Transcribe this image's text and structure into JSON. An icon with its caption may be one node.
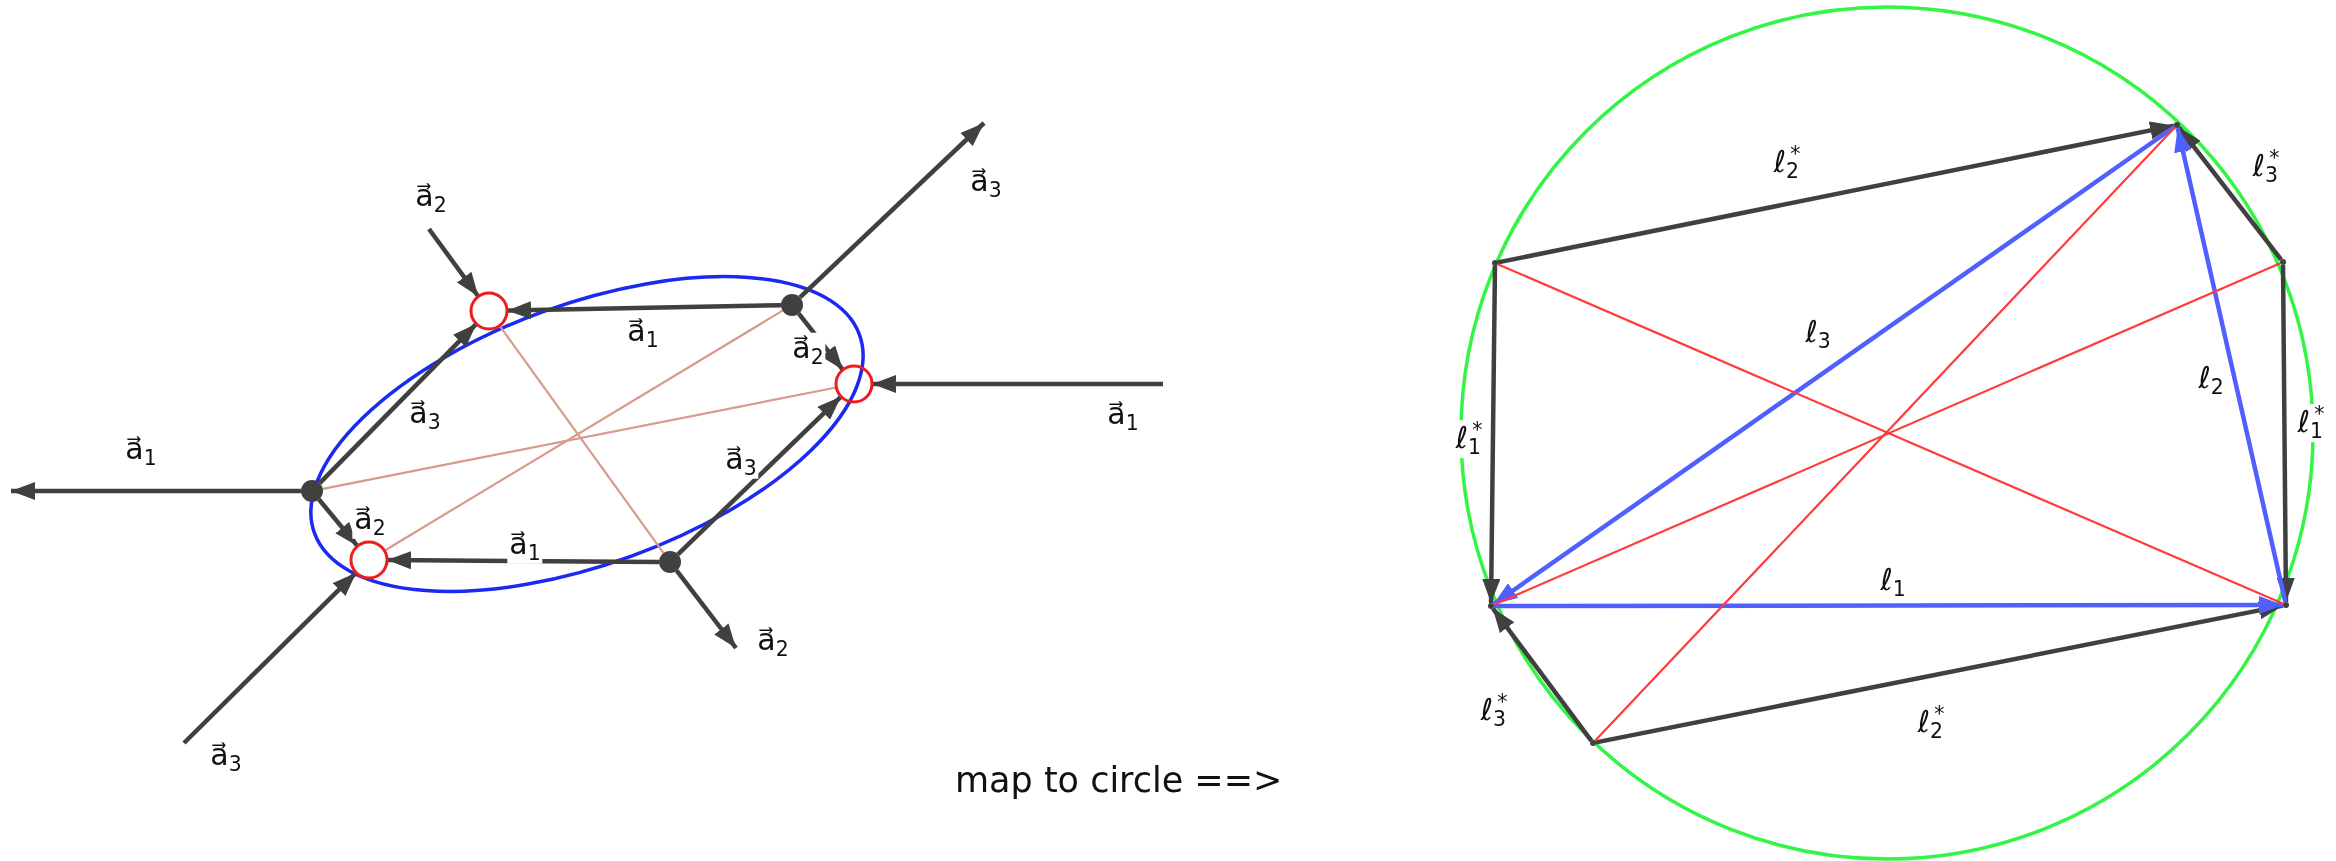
{
  "diagram": {
    "nodes": [
      {
        "text": [],
        "shape": "dot"
      },
      {
        "text": [],
        "shape": "dot"
      },
      {
        "text": [],
        "shape": "dot"
      },
      {
        "text": [],
        "shape": "circle"
      },
      {
        "text": [],
        "shape": "circle"
      },
      {
        "text": [],
        "shape": "circle"
      },
      {
        "text": [],
        "shape": "point"
      },
      {
        "text": [],
        "shape": "point"
      },
      {
        "text": [],
        "shape": "point"
      },
      {
        "text": [],
        "shape": "point"
      },
      {
        "text": [],
        "shape": "point"
      },
      {
        "text": [],
        "shape": "point"
      }
    ],
    "edges": [
      {
        "from": 0,
        "to": null,
        "arrow": "to",
        "label": "a⃗$_{1}$"
      },
      {
        "from": null,
        "to": 3,
        "arrow": "to",
        "label": "a⃗$_{2}$"
      },
      {
        "from": 1,
        "to": null,
        "arrow": "to",
        "label": "a⃗$_{3}$"
      },
      {
        "from": null,
        "to": 4,
        "arrow": "to",
        "label": "a⃗$_{1}$"
      },
      {
        "from": 2,
        "to": null,
        "arrow": "to",
        "label": "a⃗$_{2}$"
      },
      {
        "from": null,
        "to": 5,
        "arrow": "to",
        "label": "a⃗$_{3}$"
      },
      {
        "from": 1,
        "to": 3,
        "arrow": "to",
        "label": "a⃗$_{1}$"
      },
      {
        "from": 1,
        "to": 4,
        "arrow": "to",
        "label": "a⃗$_{2}$"
      },
      {
        "from": 0,
        "to": 3,
        "arrow": "to",
        "label": "a⃗$_{3}$"
      },
      {
        "from": 2,
        "to": 4,
        "arrow": "to",
        "label": "a⃗$_{3}$"
      },
      {
        "from": 0,
        "to": 5,
        "arrow": "to",
        "label": "a⃗$_{2}$"
      },
      {
        "from": 2,
        "to": 5,
        "arrow": "to",
        "label": "a⃗$_{1}$"
      },
      {
        "from": 3,
        "to": 2,
        "arrow": "none",
        "color": "#d9998c"
      },
      {
        "from": 1,
        "to": 5,
        "arrow": "none",
        "color": "#d9998c"
      },
      {
        "from": 0,
        "to": 4,
        "arrow": "none",
        "color": "#d9998c"
      },
      {
        "from": 6,
        "to": 7,
        "arrow": "to",
        "label": "ℓ$_{2}$$^{*}$"
      },
      {
        "from": 8,
        "to": 7,
        "arrow": "to",
        "label": "ℓ$_{3}$$^{*}$"
      },
      {
        "from": 6,
        "to": 10,
        "arrow": "to",
        "label": "ℓ$_{1}$$^{*}$"
      },
      {
        "from": 8,
        "to": 9,
        "arrow": "to",
        "label": "ℓ$_{1}$$^{*}$"
      },
      {
        "from": 11,
        "to": 10,
        "arrow": "to",
        "label": "ℓ$_{3}$$^{*}$"
      },
      {
        "from": 11,
        "to": 9,
        "arrow": "to",
        "label": "ℓ$_{2}$$^{*}$"
      },
      {
        "from": 10,
        "to": 9,
        "arrow": "to",
        "label": "ℓ$_{1}$",
        "color": "#5060ff"
      },
      {
        "from": 9,
        "to": 7,
        "arrow": "to",
        "label": "ℓ$_{2}$",
        "color": "#5060ff"
      },
      {
        "from": 7,
        "to": 10,
        "arrow": "to",
        "label": "ℓ$_{3}$",
        "color": "#5060ff"
      },
      {
        "from": 6,
        "to": 9,
        "arrow": "none",
        "color": "#ff3b3b"
      },
      {
        "from": 8,
        "to": 10,
        "arrow": "none",
        "color": "#ff3b3b"
      },
      {
        "from": 11,
        "to": 7,
        "arrow": "none",
        "color": "#ff3b3b"
      }
    ],
    "labels": [
      "map to circle ==>"
    ]
  }
}
